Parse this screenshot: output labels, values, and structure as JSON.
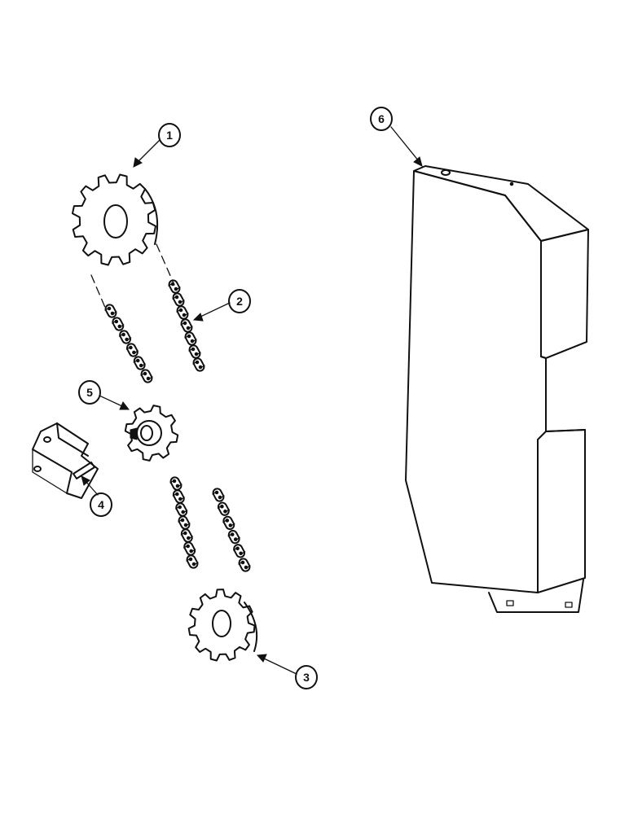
{
  "diagram": {
    "callouts": [
      {
        "id": "1",
        "label": "1"
      },
      {
        "id": "2",
        "label": "2"
      },
      {
        "id": "3",
        "label": "3"
      },
      {
        "id": "4",
        "label": "4"
      },
      {
        "id": "5",
        "label": "5"
      },
      {
        "id": "6",
        "label": "6"
      }
    ],
    "ink_color": "#111111",
    "paper_color": "#ffffff"
  }
}
